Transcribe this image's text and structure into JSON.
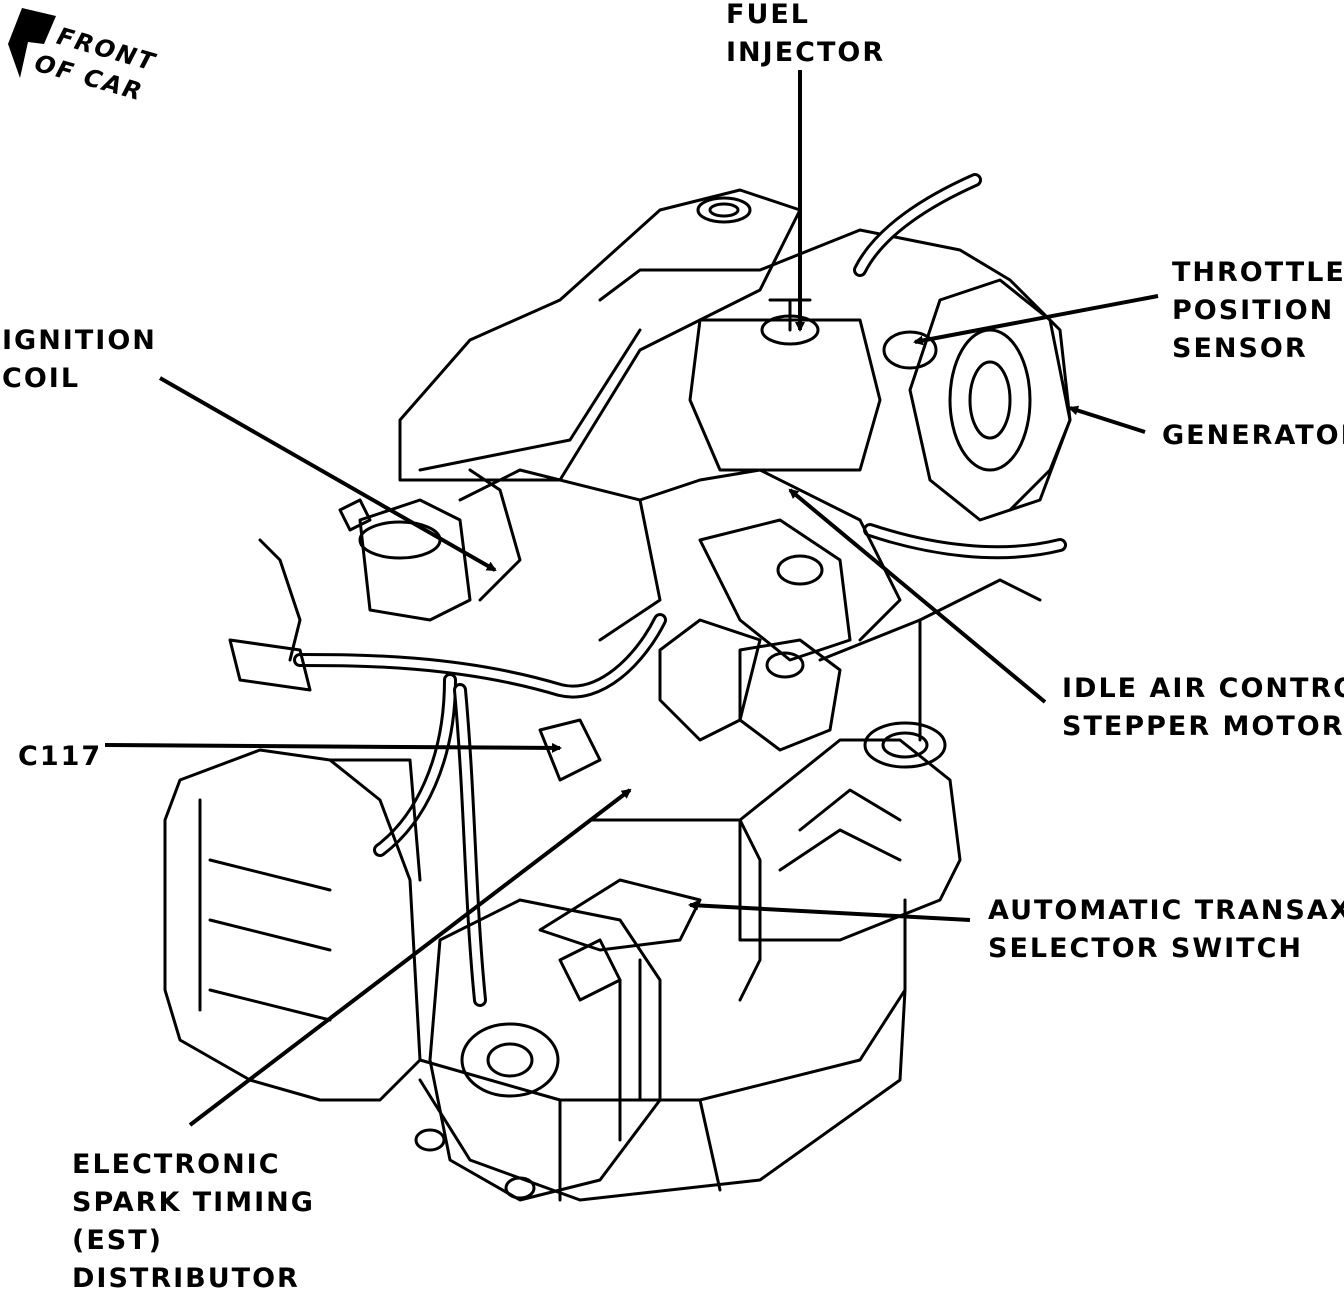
{
  "orientation": {
    "line1": "FRONT",
    "line2": "OF CAR"
  },
  "labels": {
    "fuel_injector": [
      "FUEL",
      "INJECTOR"
    ],
    "throttle_position_sensor": [
      "THROTTLE",
      "POSITION",
      "SENSOR"
    ],
    "ignition_coil": [
      "IGNITION",
      "COIL"
    ],
    "generator": [
      "GENERATOR"
    ],
    "idle_air_control": [
      "IDLE AIR CONTROL",
      "STEPPER MOTOR"
    ],
    "c117": [
      "C117"
    ],
    "automatic_transaxle": [
      "AUTOMATIC TRANSAXLE",
      "SELECTOR SWITCH"
    ],
    "est_distributor": [
      "ELECTRONIC",
      "SPARK TIMING",
      "(EST)",
      "DISTRIBUTOR"
    ]
  },
  "icons": {
    "orientation_arrow": "front-arrow-icon"
  },
  "colors": {
    "ink": "#000000",
    "paper": "#ffffff"
  }
}
